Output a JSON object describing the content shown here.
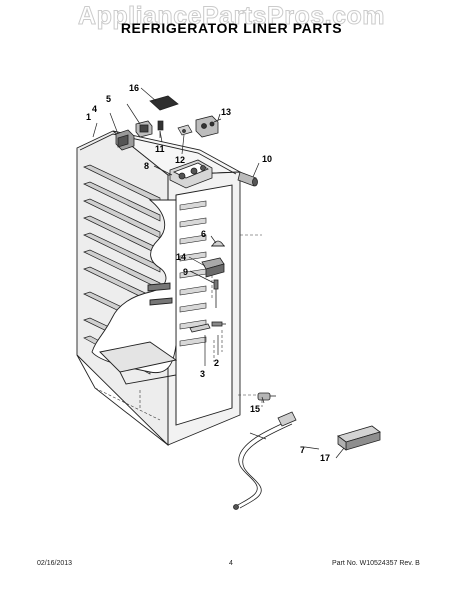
{
  "watermark": "AppliancePartsPros.com",
  "title": "REFRIGERATOR LINER PARTS",
  "callouts": {
    "c1": "1",
    "c2": "2",
    "c3": "3",
    "c4": "4",
    "c5": "5",
    "c6": "6",
    "c7": "7",
    "c8": "8",
    "c9": "9",
    "c10": "10",
    "c11": "11",
    "c12": "12",
    "c13": "13",
    "c14": "14",
    "c15": "15",
    "c16": "16",
    "c17": "17"
  },
  "footer": {
    "date": "02/16/2013",
    "page": "4",
    "part": "Part No. W10524357  Rev. B"
  }
}
